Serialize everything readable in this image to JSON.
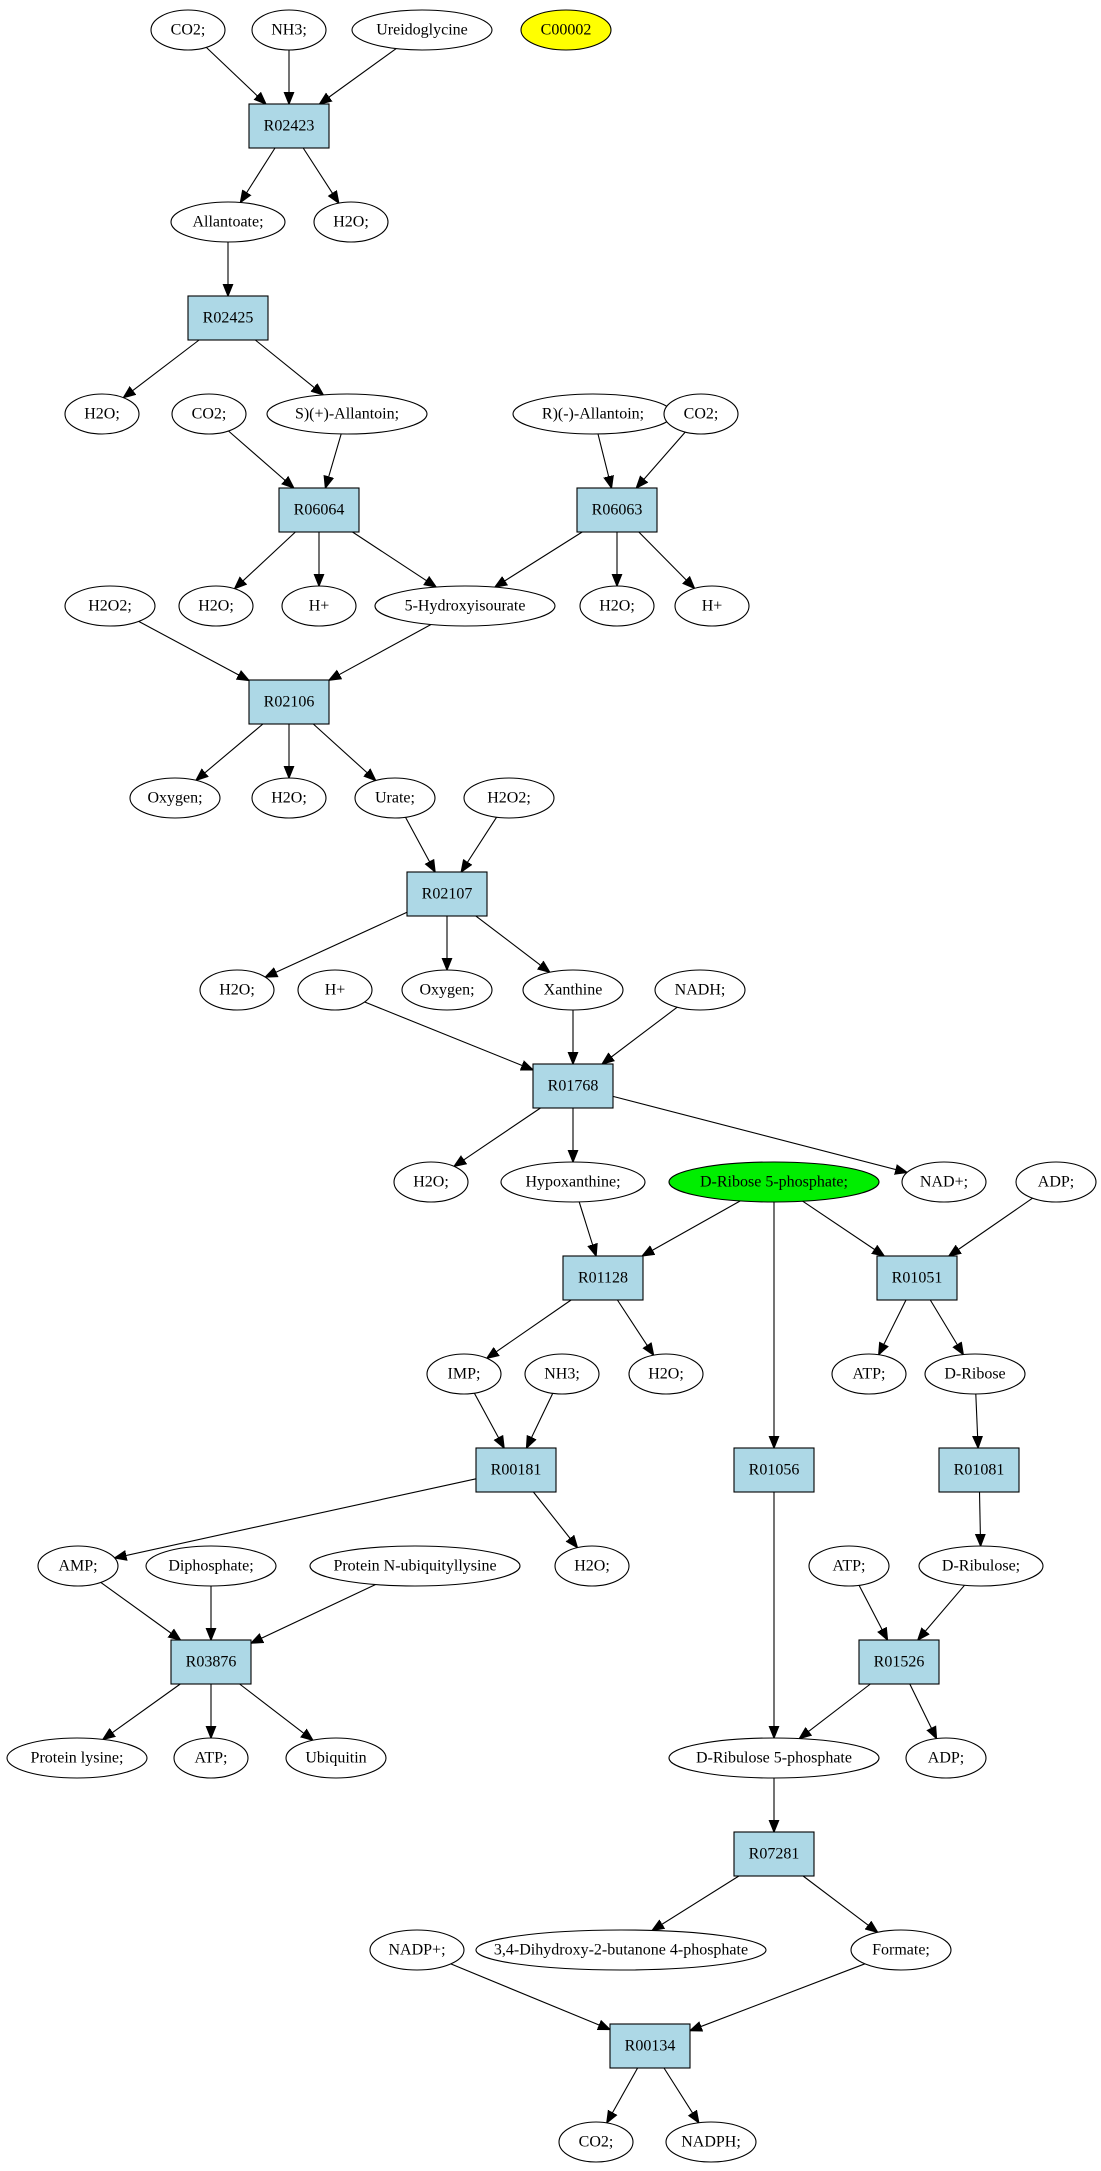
{
  "colors": {
    "reaction_fill": "#add8e6",
    "compound_fill": "#ffffff",
    "highlight_yellow": "#ffff00",
    "highlight_green": "#00ee00",
    "stroke": "#000000"
  },
  "nodes": [
    {
      "id": "co2_a",
      "kind": "compound",
      "label": "CO2;"
    },
    {
      "id": "nh3_a",
      "kind": "compound",
      "label": "NH3;"
    },
    {
      "id": "ureidoglycine",
      "kind": "compound",
      "label": "Ureidoglycine"
    },
    {
      "id": "c00002",
      "kind": "compound",
      "label": "C00002",
      "color": "yellow"
    },
    {
      "id": "R02423",
      "kind": "reaction",
      "label": "R02423"
    },
    {
      "id": "allantoate",
      "kind": "compound",
      "label": "Allantoate;"
    },
    {
      "id": "h2o_a",
      "kind": "compound",
      "label": "H2O;"
    },
    {
      "id": "R02425",
      "kind": "reaction",
      "label": "R02425"
    },
    {
      "id": "h2o_b",
      "kind": "compound",
      "label": "H2O;"
    },
    {
      "id": "co2_b",
      "kind": "compound",
      "label": "CO2;"
    },
    {
      "id": "s_allantoin",
      "kind": "compound",
      "label": "S)(+)-Allantoin;"
    },
    {
      "id": "r_allantoin",
      "kind": "compound",
      "label": "R)(-)-Allantoin;"
    },
    {
      "id": "co2_c",
      "kind": "compound",
      "label": "CO2;"
    },
    {
      "id": "R06064",
      "kind": "reaction",
      "label": "R06064"
    },
    {
      "id": "R06063",
      "kind": "reaction",
      "label": "R06063"
    },
    {
      "id": "h2o2_a",
      "kind": "compound",
      "label": "H2O2;"
    },
    {
      "id": "h2o_c",
      "kind": "compound",
      "label": "H2O;"
    },
    {
      "id": "hplus_a",
      "kind": "compound",
      "label": "H+"
    },
    {
      "id": "hydroxyisourate",
      "kind": "compound",
      "label": "5-Hydroxyisourate"
    },
    {
      "id": "h2o_d",
      "kind": "compound",
      "label": "H2O;"
    },
    {
      "id": "hplus_b",
      "kind": "compound",
      "label": "H+"
    },
    {
      "id": "R02106",
      "kind": "reaction",
      "label": "R02106"
    },
    {
      "id": "oxygen_a",
      "kind": "compound",
      "label": "Oxygen;"
    },
    {
      "id": "h2o_e",
      "kind": "compound",
      "label": "H2O;"
    },
    {
      "id": "urate",
      "kind": "compound",
      "label": "Urate;"
    },
    {
      "id": "h2o2_b",
      "kind": "compound",
      "label": "H2O2;"
    },
    {
      "id": "R02107",
      "kind": "reaction",
      "label": "R02107"
    },
    {
      "id": "h2o_f",
      "kind": "compound",
      "label": "H2O;"
    },
    {
      "id": "hplus_c",
      "kind": "compound",
      "label": "H+"
    },
    {
      "id": "oxygen_b",
      "kind": "compound",
      "label": "Oxygen;"
    },
    {
      "id": "xanthine",
      "kind": "compound",
      "label": "Xanthine"
    },
    {
      "id": "nadh",
      "kind": "compound",
      "label": "NADH;"
    },
    {
      "id": "R01768",
      "kind": "reaction",
      "label": "R01768"
    },
    {
      "id": "h2o_g",
      "kind": "compound",
      "label": "H2O;"
    },
    {
      "id": "hypoxanthine",
      "kind": "compound",
      "label": "Hypoxanthine;"
    },
    {
      "id": "ribose5p",
      "kind": "compound",
      "label": "D-Ribose 5-phosphate;",
      "color": "green"
    },
    {
      "id": "nadplus",
      "kind": "compound",
      "label": "NAD+;"
    },
    {
      "id": "adp_a",
      "kind": "compound",
      "label": "ADP;"
    },
    {
      "id": "R01128",
      "kind": "reaction",
      "label": "R01128"
    },
    {
      "id": "R01051",
      "kind": "reaction",
      "label": "R01051"
    },
    {
      "id": "imp",
      "kind": "compound",
      "label": "IMP;"
    },
    {
      "id": "nh3_b",
      "kind": "compound",
      "label": "NH3;"
    },
    {
      "id": "h2o_h",
      "kind": "compound",
      "label": "H2O;"
    },
    {
      "id": "atp_a",
      "kind": "compound",
      "label": "ATP;"
    },
    {
      "id": "dribose",
      "kind": "compound",
      "label": "D-Ribose"
    },
    {
      "id": "R00181",
      "kind": "reaction",
      "label": "R00181"
    },
    {
      "id": "R01056",
      "kind": "reaction",
      "label": "R01056"
    },
    {
      "id": "R01081",
      "kind": "reaction",
      "label": "R01081"
    },
    {
      "id": "amp",
      "kind": "compound",
      "label": "AMP;"
    },
    {
      "id": "diphosphate",
      "kind": "compound",
      "label": "Diphosphate;"
    },
    {
      "id": "ubq_lys",
      "kind": "compound",
      "label": "Protein N-ubiquityllysine"
    },
    {
      "id": "h2o_i",
      "kind": "compound",
      "label": "H2O;"
    },
    {
      "id": "atp_b",
      "kind": "compound",
      "label": "ATP;"
    },
    {
      "id": "dribulose",
      "kind": "compound",
      "label": "D-Ribulose;"
    },
    {
      "id": "R03876",
      "kind": "reaction",
      "label": "R03876"
    },
    {
      "id": "R01526",
      "kind": "reaction",
      "label": "R01526"
    },
    {
      "id": "protein_lysine",
      "kind": "compound",
      "label": "Protein lysine;"
    },
    {
      "id": "atp_c",
      "kind": "compound",
      "label": "ATP;"
    },
    {
      "id": "ubiquitin",
      "kind": "compound",
      "label": "Ubiquitin"
    },
    {
      "id": "ribulose5p",
      "kind": "compound",
      "label": "D-Ribulose 5-phosphate"
    },
    {
      "id": "adp_b",
      "kind": "compound",
      "label": "ADP;"
    },
    {
      "id": "R07281",
      "kind": "reaction",
      "label": "R07281"
    },
    {
      "id": "nadpplus",
      "kind": "compound",
      "label": "NADP+;"
    },
    {
      "id": "dhbp",
      "kind": "compound",
      "label": "3,4-Dihydroxy-2-butanone 4-phosphate"
    },
    {
      "id": "formate",
      "kind": "compound",
      "label": "Formate;"
    },
    {
      "id": "R00134",
      "kind": "reaction",
      "label": "R00134"
    },
    {
      "id": "co2_d",
      "kind": "compound",
      "label": "CO2;"
    },
    {
      "id": "nadph",
      "kind": "compound",
      "label": "NADPH;"
    }
  ],
  "edges": [
    {
      "from": "co2_a",
      "to": "R02423"
    },
    {
      "from": "nh3_a",
      "to": "R02423"
    },
    {
      "from": "ureidoglycine",
      "to": "R02423"
    },
    {
      "from": "R02423",
      "to": "allantoate"
    },
    {
      "from": "R02423",
      "to": "h2o_a"
    },
    {
      "from": "allantoate",
      "to": "R02425"
    },
    {
      "from": "R02425",
      "to": "h2o_b"
    },
    {
      "from": "R02425",
      "to": "s_allantoin"
    },
    {
      "from": "co2_b",
      "to": "R06064"
    },
    {
      "from": "s_allantoin",
      "to": "R06064"
    },
    {
      "from": "r_allantoin",
      "to": "R06063"
    },
    {
      "from": "co2_c",
      "to": "R06063"
    },
    {
      "from": "R06064",
      "to": "h2o_c"
    },
    {
      "from": "R06064",
      "to": "hplus_a"
    },
    {
      "from": "R06064",
      "to": "hydroxyisourate"
    },
    {
      "from": "R06063",
      "to": "hydroxyisourate"
    },
    {
      "from": "R06063",
      "to": "h2o_d"
    },
    {
      "from": "R06063",
      "to": "hplus_b"
    },
    {
      "from": "h2o2_a",
      "to": "R02106"
    },
    {
      "from": "hydroxyisourate",
      "to": "R02106"
    },
    {
      "from": "R02106",
      "to": "oxygen_a"
    },
    {
      "from": "R02106",
      "to": "h2o_e"
    },
    {
      "from": "R02106",
      "to": "urate"
    },
    {
      "from": "urate",
      "to": "R02107"
    },
    {
      "from": "h2o2_b",
      "to": "R02107"
    },
    {
      "from": "R02107",
      "to": "h2o_f"
    },
    {
      "from": "R02107",
      "to": "oxygen_b"
    },
    {
      "from": "R02107",
      "to": "xanthine"
    },
    {
      "from": "hplus_c",
      "to": "R01768"
    },
    {
      "from": "xanthine",
      "to": "R01768"
    },
    {
      "from": "nadh",
      "to": "R01768"
    },
    {
      "from": "R01768",
      "to": "h2o_g"
    },
    {
      "from": "R01768",
      "to": "hypoxanthine"
    },
    {
      "from": "R01768",
      "to": "nadplus"
    },
    {
      "from": "hypoxanthine",
      "to": "R01128"
    },
    {
      "from": "ribose5p",
      "to": "R01128"
    },
    {
      "from": "ribose5p",
      "to": "R01051"
    },
    {
      "from": "ribose5p",
      "to": "R01056"
    },
    {
      "from": "adp_a",
      "to": "R01051"
    },
    {
      "from": "R01128",
      "to": "imp"
    },
    {
      "from": "R01128",
      "to": "h2o_h"
    },
    {
      "from": "R01051",
      "to": "atp_a"
    },
    {
      "from": "R01051",
      "to": "dribose"
    },
    {
      "from": "imp",
      "to": "R00181"
    },
    {
      "from": "nh3_b",
      "to": "R00181"
    },
    {
      "from": "dribose",
      "to": "R01081"
    },
    {
      "from": "R00181",
      "to": "amp"
    },
    {
      "from": "R00181",
      "to": "h2o_i"
    },
    {
      "from": "R01081",
      "to": "dribulose"
    },
    {
      "from": "amp",
      "to": "R03876"
    },
    {
      "from": "diphosphate",
      "to": "R03876"
    },
    {
      "from": "ubq_lys",
      "to": "R03876"
    },
    {
      "from": "atp_b",
      "to": "R01526"
    },
    {
      "from": "dribulose",
      "to": "R01526"
    },
    {
      "from": "R03876",
      "to": "protein_lysine"
    },
    {
      "from": "R03876",
      "to": "atp_c"
    },
    {
      "from": "R03876",
      "to": "ubiquitin"
    },
    {
      "from": "R01526",
      "to": "ribulose5p"
    },
    {
      "from": "R01526",
      "to": "adp_b"
    },
    {
      "from": "R01056",
      "to": "ribulose5p"
    },
    {
      "from": "ribulose5p",
      "to": "R07281"
    },
    {
      "from": "R07281",
      "to": "dhbp"
    },
    {
      "from": "R07281",
      "to": "formate"
    },
    {
      "from": "nadpplus",
      "to": "R00134"
    },
    {
      "from": "formate",
      "to": "R00134"
    },
    {
      "from": "R00134",
      "to": "co2_d"
    },
    {
      "from": "R00134",
      "to": "nadph"
    }
  ]
}
